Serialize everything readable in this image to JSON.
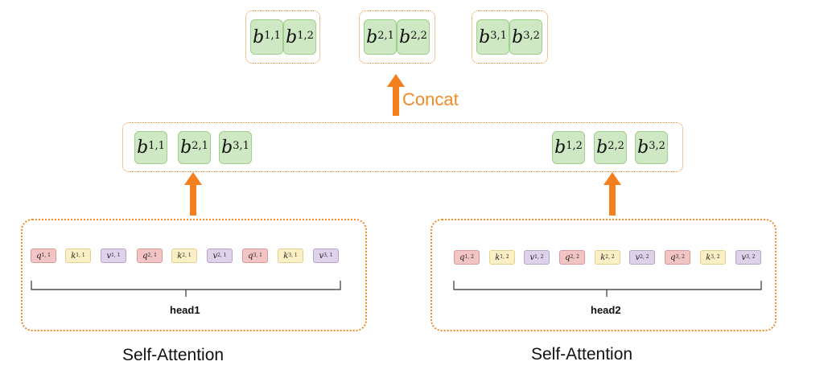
{
  "colors": {
    "accent": "#f08a24",
    "b_box": "#cfe8c4",
    "q": "#f2c4c4",
    "k": "#fbefc5",
    "v": "#ddd2ea"
  },
  "concat_label": "Concat",
  "top_groups": [
    {
      "cells": [
        {
          "base": "b",
          "sup": "1,1"
        },
        {
          "base": "b",
          "sup": "1,2"
        }
      ]
    },
    {
      "cells": [
        {
          "base": "b",
          "sup": "2,1"
        },
        {
          "base": "b",
          "sup": "2,2"
        }
      ]
    },
    {
      "cells": [
        {
          "base": "b",
          "sup": "3,1"
        },
        {
          "base": "b",
          "sup": "3,2"
        }
      ]
    }
  ],
  "middle_left": [
    {
      "base": "b",
      "sup": "1,1"
    },
    {
      "base": "b",
      "sup": "2,1"
    },
    {
      "base": "b",
      "sup": "3,1"
    }
  ],
  "middle_right": [
    {
      "base": "b",
      "sup": "1,2"
    },
    {
      "base": "b",
      "sup": "2,2"
    },
    {
      "base": "b",
      "sup": "3,2"
    }
  ],
  "head1": {
    "label": "head1",
    "tokens": [
      {
        "base": "q",
        "sup": "1, 1",
        "kind": "q"
      },
      {
        "base": "k",
        "sup": "1, 1",
        "kind": "k"
      },
      {
        "base": "v",
        "sup": "1, 1",
        "kind": "v"
      },
      {
        "base": "q",
        "sup": "2, 1",
        "kind": "q"
      },
      {
        "base": "k",
        "sup": "2, 1",
        "kind": "k"
      },
      {
        "base": "v",
        "sup": "2, 1",
        "kind": "v"
      },
      {
        "base": "q",
        "sup": "3, 1",
        "kind": "q"
      },
      {
        "base": "k",
        "sup": "3, 1",
        "kind": "k"
      },
      {
        "base": "v",
        "sup": "3, 1",
        "kind": "v"
      }
    ]
  },
  "head2": {
    "label": "head2",
    "tokens": [
      {
        "base": "q",
        "sup": "1, 2",
        "kind": "q"
      },
      {
        "base": "k",
        "sup": "1, 2",
        "kind": "k"
      },
      {
        "base": "v",
        "sup": "1, 2",
        "kind": "v"
      },
      {
        "base": "q",
        "sup": "2, 2",
        "kind": "q"
      },
      {
        "base": "k",
        "sup": "2, 2",
        "kind": "k"
      },
      {
        "base": "v",
        "sup": "2, 2",
        "kind": "v"
      },
      {
        "base": "q",
        "sup": "3, 2",
        "kind": "q"
      },
      {
        "base": "k",
        "sup": "3, 2",
        "kind": "k"
      },
      {
        "base": "v",
        "sup": "3, 2",
        "kind": "v"
      }
    ]
  },
  "self_attention_left": "Self-Attention",
  "self_attention_right": "Self-Attention"
}
